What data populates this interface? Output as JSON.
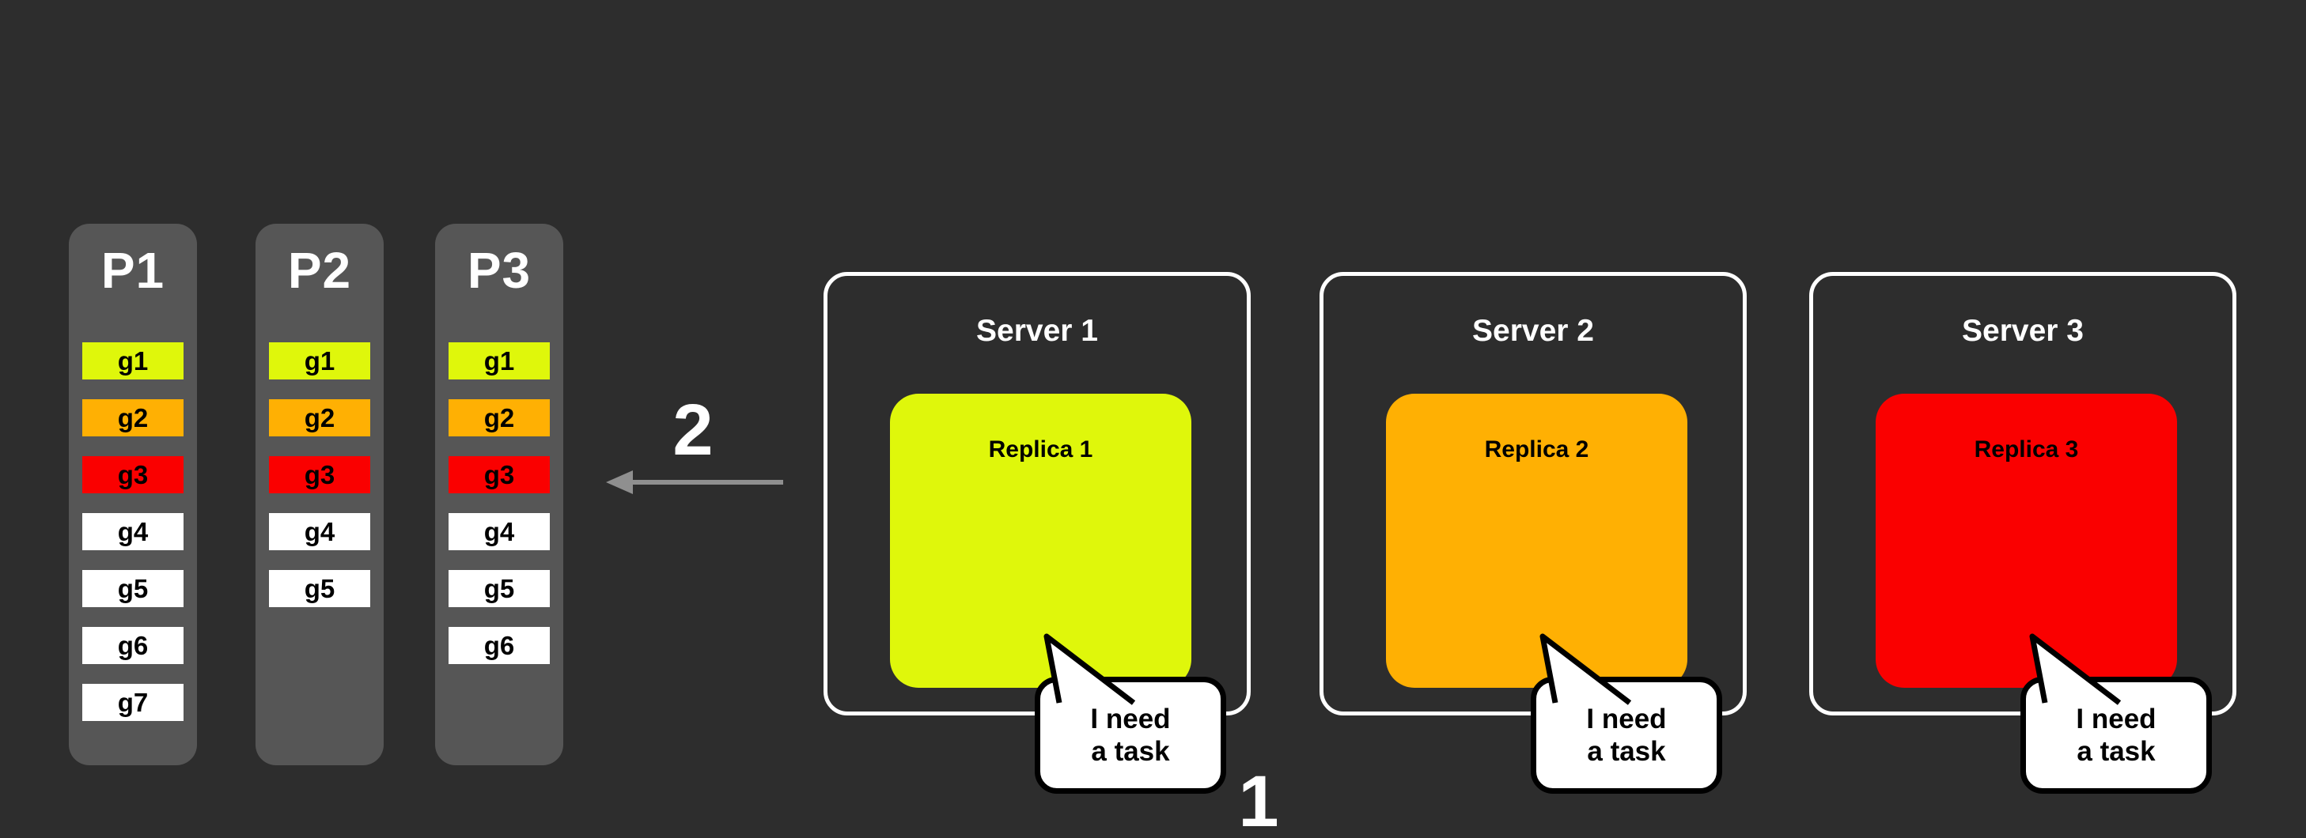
{
  "canvas": {
    "background": "#2d2d2d"
  },
  "colors": {
    "column_bg": "#565656",
    "task_yellow": "#dff70b",
    "task_orange": "#ffb003",
    "task_red": "#fa0000",
    "task_white": "#ffffff",
    "arrow_gray": "#8f8f8f"
  },
  "queues": [
    {
      "label": "P1",
      "tasks": [
        {
          "label": "g1",
          "color": "task_yellow"
        },
        {
          "label": "g2",
          "color": "task_orange"
        },
        {
          "label": "g3",
          "color": "task_red"
        },
        {
          "label": "g4",
          "color": "task_white"
        },
        {
          "label": "g5",
          "color": "task_white"
        },
        {
          "label": "g6",
          "color": "task_white"
        },
        {
          "label": "g7",
          "color": "task_white"
        }
      ]
    },
    {
      "label": "P2",
      "tasks": [
        {
          "label": "g1",
          "color": "task_yellow"
        },
        {
          "label": "g2",
          "color": "task_orange"
        },
        {
          "label": "g3",
          "color": "task_red"
        },
        {
          "label": "g4",
          "color": "task_white"
        },
        {
          "label": "g5",
          "color": "task_white"
        }
      ]
    },
    {
      "label": "P3",
      "tasks": [
        {
          "label": "g1",
          "color": "task_yellow"
        },
        {
          "label": "g2",
          "color": "task_orange"
        },
        {
          "label": "g3",
          "color": "task_red"
        },
        {
          "label": "g4",
          "color": "task_white"
        },
        {
          "label": "g5",
          "color": "task_white"
        },
        {
          "label": "g6",
          "color": "task_white"
        }
      ]
    }
  ],
  "servers": [
    {
      "title": "Server 1",
      "replica_label": "Replica 1",
      "replica_color": "task_yellow",
      "bubble": {
        "line1": "I need",
        "line2": "a task"
      }
    },
    {
      "title": "Server 2",
      "replica_label": "Replica 2",
      "replica_color": "task_orange",
      "bubble": {
        "line1": "I need",
        "line2": "a task"
      }
    },
    {
      "title": "Server 3",
      "replica_label": "Replica 3",
      "replica_color": "task_red",
      "bubble": {
        "line1": "I need",
        "line2": "a task"
      }
    }
  ],
  "annotations": {
    "step_2_label": "2",
    "step_1_label": "1"
  }
}
